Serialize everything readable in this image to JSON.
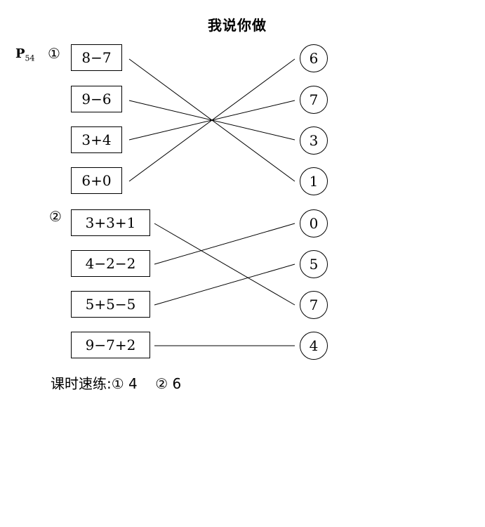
{
  "title": "我说你做",
  "page_label": {
    "letter": "P",
    "number": "54"
  },
  "group1": {
    "marker": "①",
    "left": [
      "8−7",
      "9−6",
      "3+4",
      "6+0"
    ],
    "right": [
      "6",
      "7",
      "3",
      "1"
    ],
    "connections": [
      [
        0,
        3
      ],
      [
        1,
        2
      ],
      [
        2,
        1
      ],
      [
        3,
        0
      ]
    ]
  },
  "group2": {
    "marker": "②",
    "left": [
      "3+3+1",
      "4−2−2",
      "5+5−5",
      "9−7+2"
    ],
    "right": [
      "0",
      "5",
      "7",
      "4"
    ],
    "connections": [
      [
        0,
        2
      ],
      [
        1,
        0
      ],
      [
        2,
        1
      ],
      [
        3,
        3
      ]
    ]
  },
  "answers": {
    "label": "课时速练:",
    "item1_marker": "①",
    "item1_value": "4",
    "item2_marker": "②",
    "item2_value": "6"
  }
}
